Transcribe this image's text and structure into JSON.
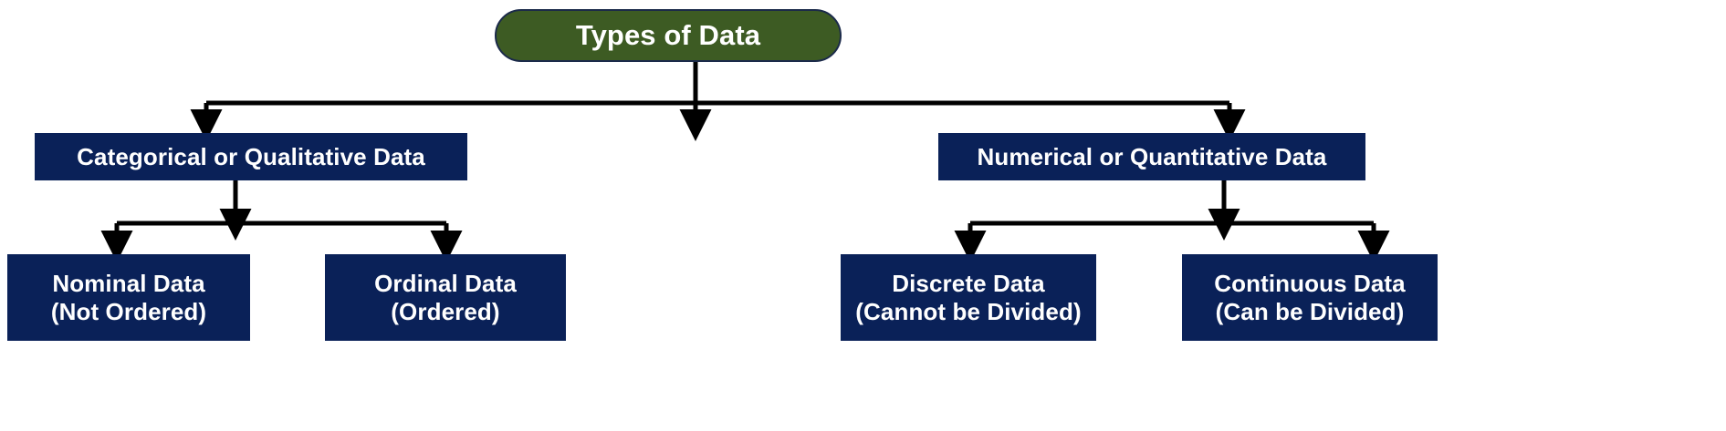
{
  "diagram": {
    "title": "Types of Data",
    "type": "hierarchy-flowchart",
    "colors": {
      "root_fill": "#3D5B23",
      "root_border": "#1B2A4A",
      "node_fill": "#0A2158",
      "text": "#FFFFFF",
      "connector": "#000000",
      "background": "#FFFFFF"
    },
    "nodes": {
      "root": {
        "label": "Types of Data",
        "level": 1
      },
      "categorical": {
        "label": "Categorical or Qualitative Data",
        "level": 2
      },
      "numerical": {
        "label": "Numerical or Quantitative Data",
        "level": 2
      },
      "nominal": {
        "label": "Nominal Data\n(Not Ordered)",
        "level": 3
      },
      "ordinal": {
        "label": "Ordinal Data\n(Ordered)",
        "level": 3
      },
      "discrete": {
        "label": "Discrete Data\n(Cannot be Divided)",
        "level": 3
      },
      "continuous": {
        "label": "Continuous Data\n(Can be Divided)",
        "level": 3
      }
    },
    "edges": [
      {
        "from": "root",
        "to": "categorical"
      },
      {
        "from": "root",
        "to": "numerical"
      },
      {
        "from": "categorical",
        "to": "nominal"
      },
      {
        "from": "categorical",
        "to": "ordinal"
      },
      {
        "from": "numerical",
        "to": "discrete"
      },
      {
        "from": "numerical",
        "to": "continuous"
      }
    ]
  }
}
